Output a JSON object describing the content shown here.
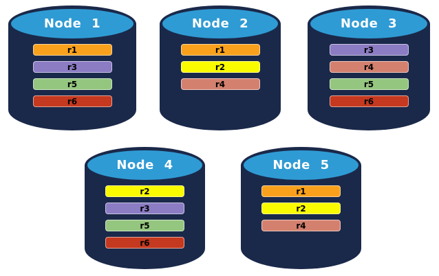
{
  "diagram": {
    "background": "#FFFFFF",
    "cylinder_body_color": "#1A294A",
    "cylinder_top_color": "#2F9BD4",
    "node_label_color": "#FFFFFF",
    "bar_label_color": "#000000"
  },
  "resource_colors": {
    "r1": "#F9A11C",
    "r2": "#FBFB00",
    "r3": "#8B7CC3",
    "r4": "#D4806E",
    "r5": "#94C67F",
    "r6": "#C4391F"
  },
  "nodes": [
    {
      "label": "Node 1",
      "bars": [
        {
          "label": "r1",
          "color": "#F9A11C"
        },
        {
          "label": "r3",
          "color": "#8B7CC3"
        },
        {
          "label": "r5",
          "color": "#94C67F"
        },
        {
          "label": "r6",
          "color": "#C4391F"
        }
      ]
    },
    {
      "label": "Node 2",
      "bars": [
        {
          "label": "r1",
          "color": "#F9A11C"
        },
        {
          "label": "r2",
          "color": "#FBFB00"
        },
        {
          "label": "r4",
          "color": "#D4806E"
        }
      ]
    },
    {
      "label": "Node 3",
      "bars": [
        {
          "label": "r3",
          "color": "#8B7CC3"
        },
        {
          "label": "r4",
          "color": "#D4806E"
        },
        {
          "label": "r5",
          "color": "#94C67F"
        },
        {
          "label": "r6",
          "color": "#C4391F"
        }
      ]
    },
    {
      "label": "Node 4",
      "bars": [
        {
          "label": "r2",
          "color": "#FBFB00"
        },
        {
          "label": "r3",
          "color": "#8B7CC3"
        },
        {
          "label": "r5",
          "color": "#94C67F"
        },
        {
          "label": "r6",
          "color": "#C4391F"
        }
      ]
    },
    {
      "label": "Node 5",
      "bars": [
        {
          "label": "r1",
          "color": "#F9A11C"
        },
        {
          "label": "r2",
          "color": "#FBFB00"
        },
        {
          "label": "r4",
          "color": "#D4806E"
        }
      ]
    }
  ]
}
